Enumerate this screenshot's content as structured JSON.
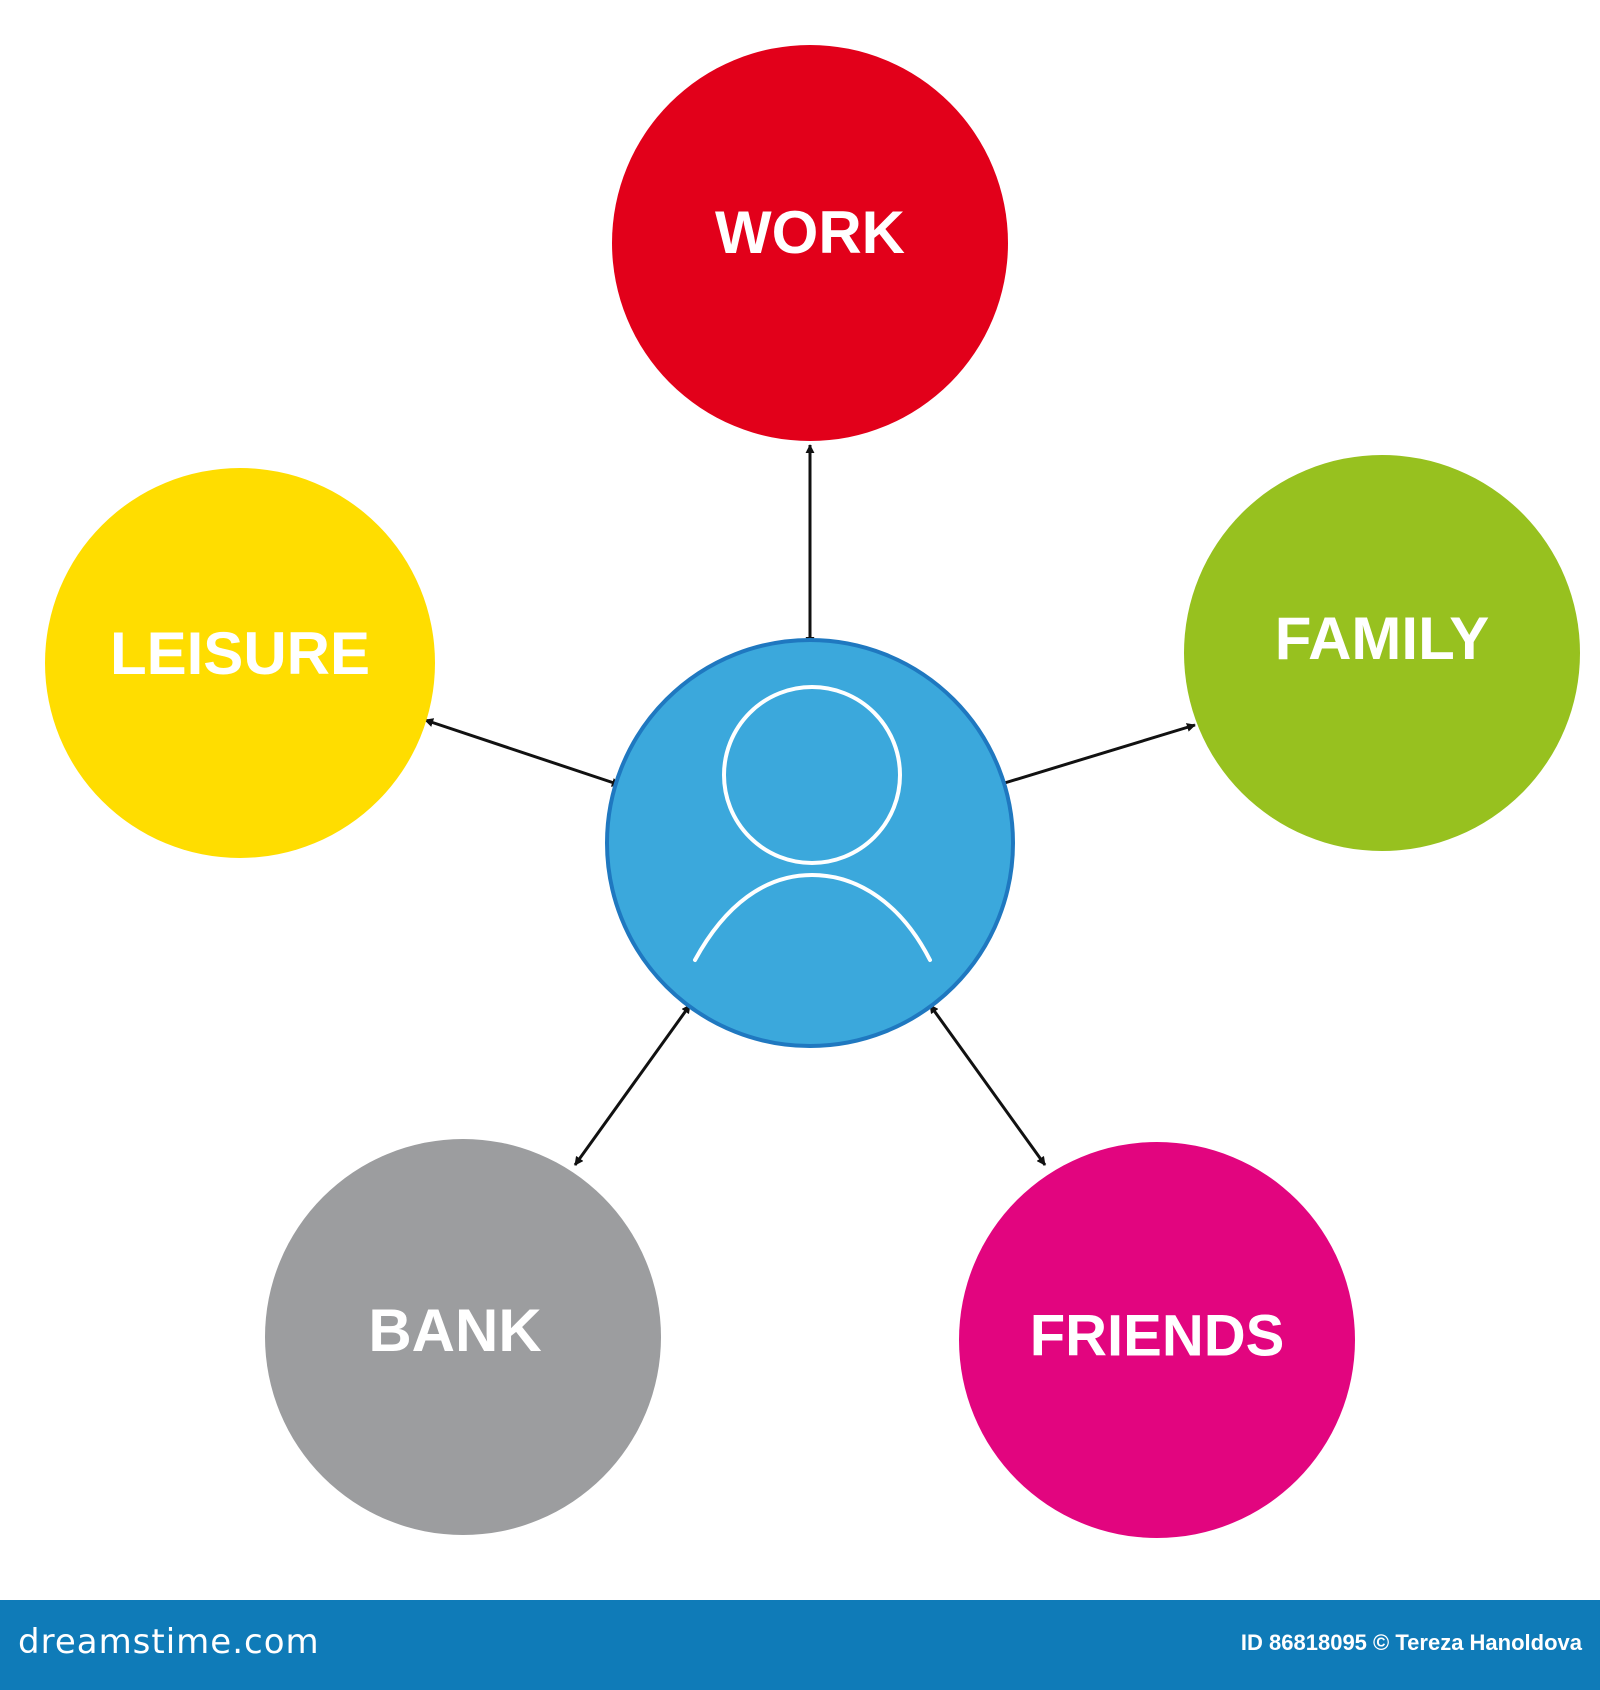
{
  "center": {
    "icon": "person-icon",
    "fill": "#3ba8dc",
    "stroke": "#1f78c0"
  },
  "nodes": [
    {
      "id": "work",
      "label": "WORK",
      "color": "#e2001a"
    },
    {
      "id": "family",
      "label": "FAMILY",
      "color": "#97c11f"
    },
    {
      "id": "friends",
      "label": "FRIENDS",
      "color": "#e2057f"
    },
    {
      "id": "bank",
      "label": "BANK",
      "color": "#9c9d9f"
    },
    {
      "id": "leisure",
      "label": "LEISURE",
      "color": "#ffdd00"
    }
  ],
  "footer": {
    "brand": "dreamstime.com",
    "credit": "ID 86818095 © Tereza Hanoldova",
    "background": "#0f7bb8"
  }
}
